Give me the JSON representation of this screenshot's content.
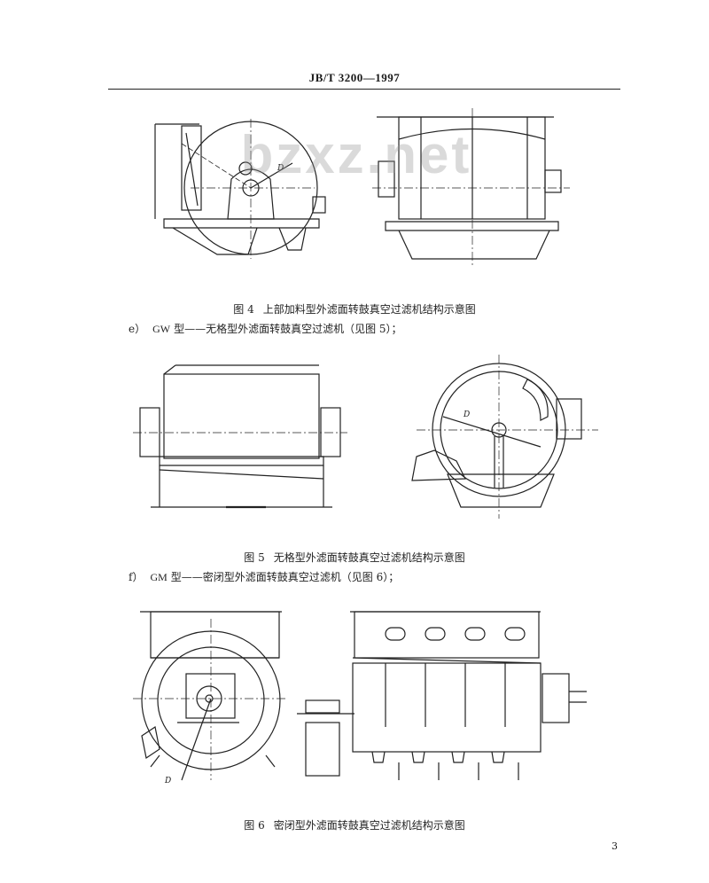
{
  "header": {
    "standard_code": "JB/T  3200—1997"
  },
  "watermark": {
    "text": "bzxz.net"
  },
  "figures": [
    {
      "number": "图  4",
      "title": "上部加料型外滤面转鼓真空过滤机结构示意图",
      "dimension_label": "D"
    },
    {
      "number": "图  5",
      "title": "无格型外滤面转鼓真空过滤机结构示意图",
      "dimension_label": "D"
    },
    {
      "number": "图  6",
      "title": "密闭型外滤面转鼓真空过滤机结构示意图",
      "dimension_label": "D"
    }
  ],
  "items": [
    {
      "marker": "e）",
      "code": "GW",
      "text": "型——无格型外滤面转鼓真空过滤机（见图 5）；"
    },
    {
      "marker": "f）",
      "code": "GM",
      "text": "型——密闭型外滤面转鼓真空过滤机（见图 6）；"
    }
  ],
  "page_number": "3"
}
